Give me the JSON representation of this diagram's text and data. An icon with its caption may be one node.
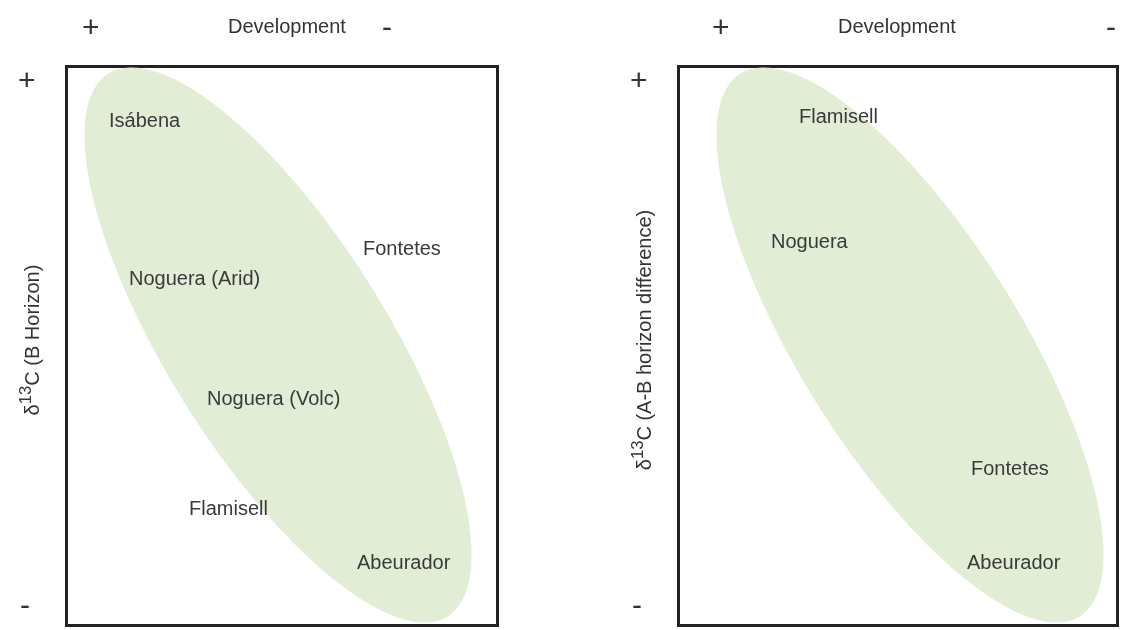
{
  "diagram": {
    "nodes": [
      {
        "text": [],
        "shape": "box"
      },
      {
        "text": [
          "Isábena",
          "Fontetes",
          "Noguera (Arid)",
          "Noguera (Volc)",
          "Flamisell",
          "Abeurador"
        ],
        "in": 0
      },
      {
        "text": [],
        "shape": "box"
      },
      {
        "text": [
          "Flamisell",
          "Noguera",
          "Fontetes",
          "Abeurador"
        ],
        "in": 2
      }
    ],
    "edges": [],
    "labels": [
      "+",
      "Development",
      "-",
      "+",
      "Development",
      "-",
      "+",
      "δ$^{13}$C (B Horizon)",
      "-",
      "+",
      "δ$^{13}$C (A-B horizon difference)",
      "-"
    ]
  }
}
